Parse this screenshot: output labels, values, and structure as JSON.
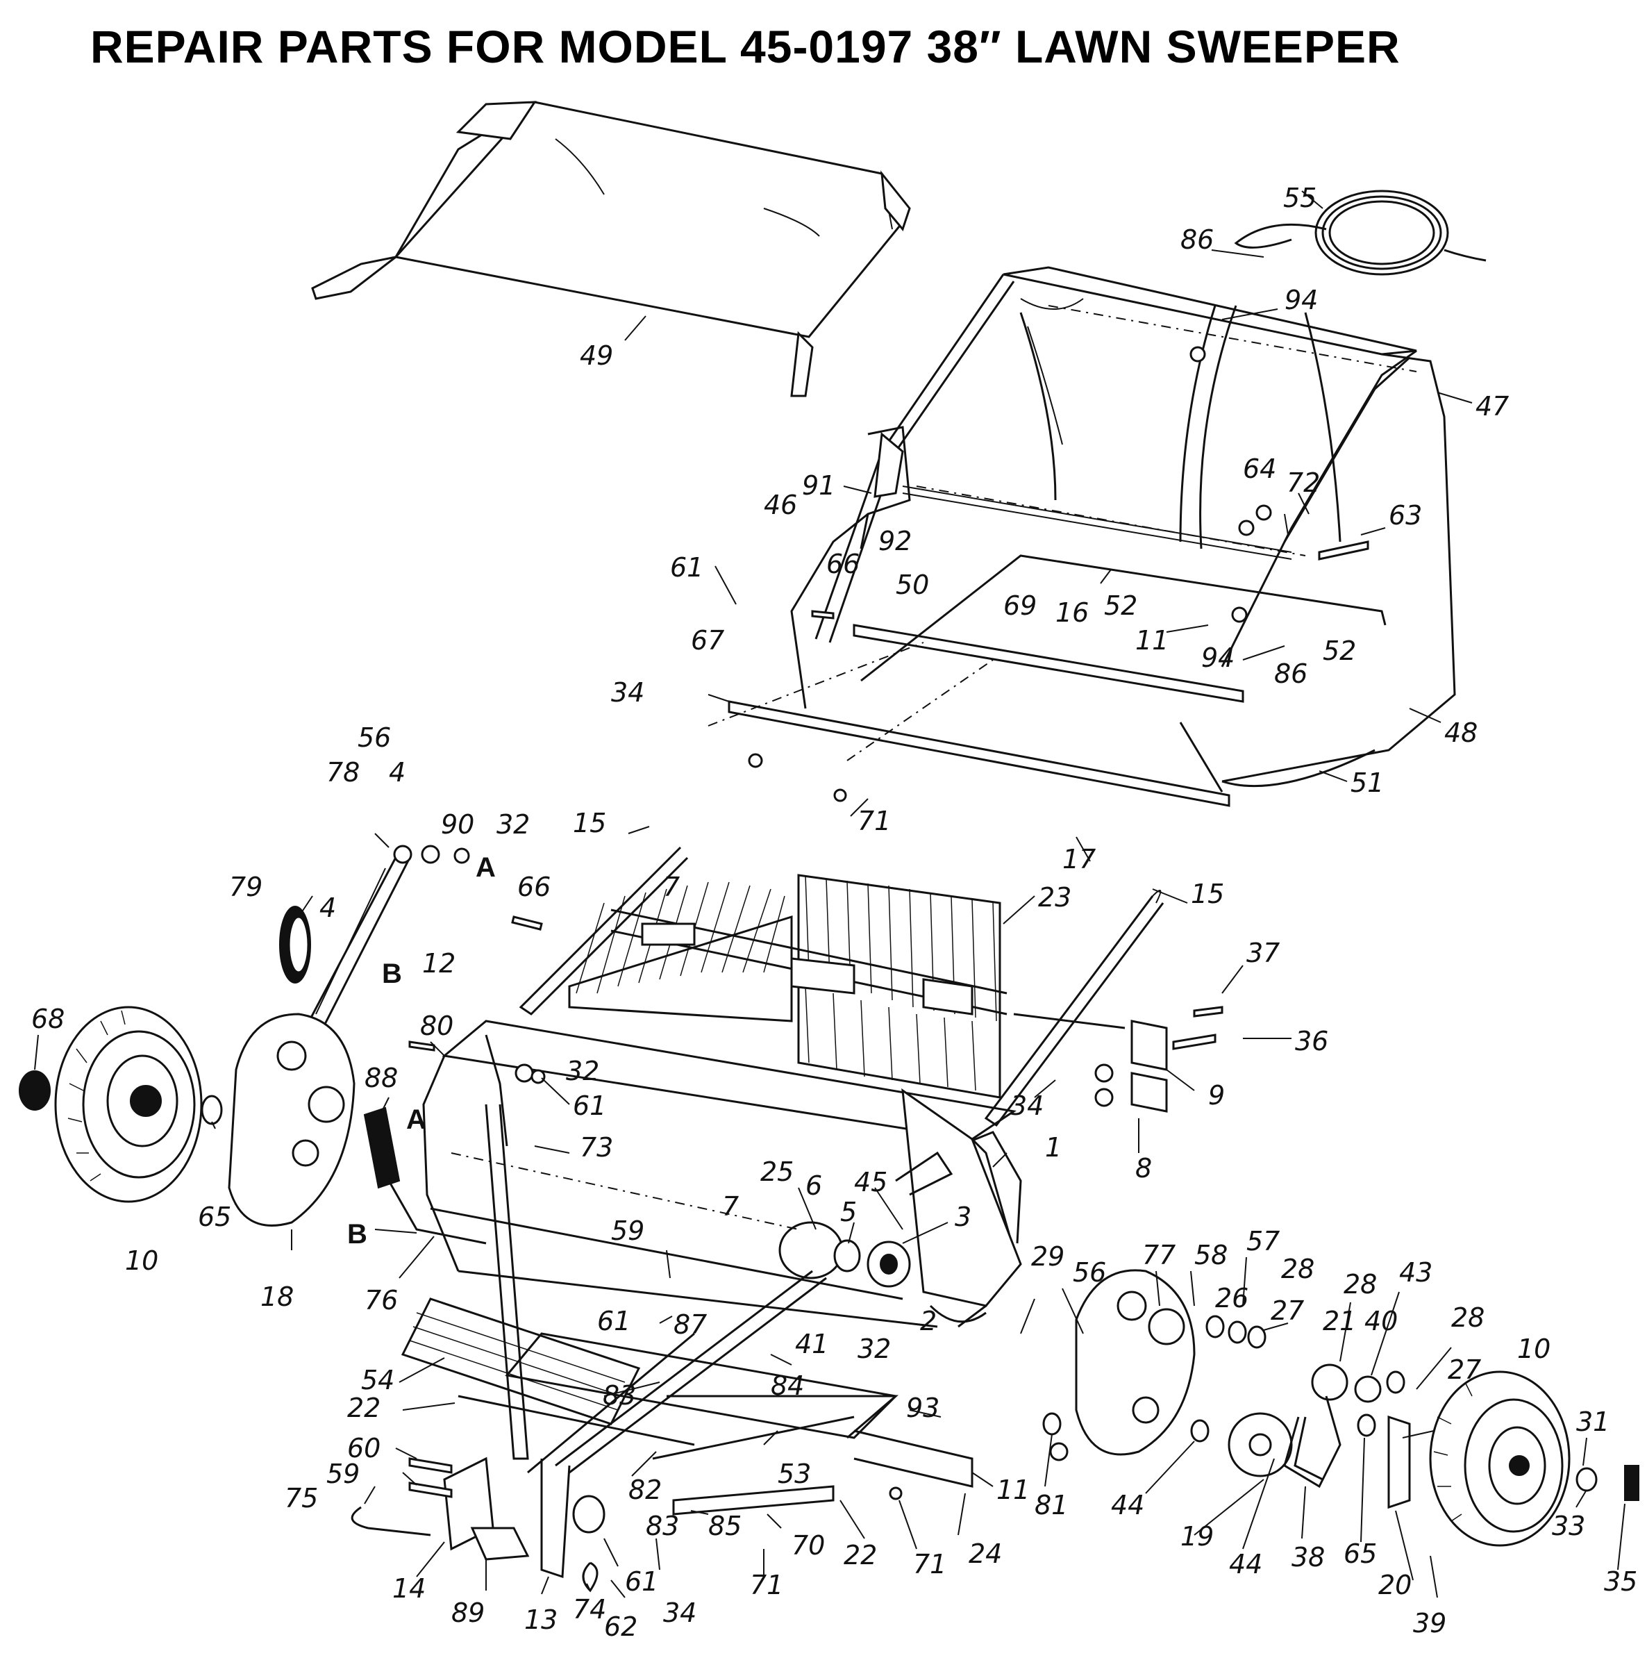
{
  "title": "REPAIR PARTS FOR MODEL 45-0197  38″ LAWN SWEEPER",
  "callouts": [
    {
      "id": "c-49",
      "text": "49"
    },
    {
      "id": "c-55",
      "text": "55"
    },
    {
      "id": "c-86a",
      "text": "86"
    },
    {
      "id": "c-94a",
      "text": "94"
    },
    {
      "id": "c-47",
      "text": "47"
    },
    {
      "id": "c-91",
      "text": "91"
    },
    {
      "id": "c-46",
      "text": "46"
    },
    {
      "id": "c-64",
      "text": "64"
    },
    {
      "id": "c-72",
      "text": "72"
    },
    {
      "id": "c-63",
      "text": "63"
    },
    {
      "id": "c-92",
      "text": "92"
    },
    {
      "id": "c-61a",
      "text": "61"
    },
    {
      "id": "c-66a",
      "text": "66"
    },
    {
      "id": "c-50",
      "text": "50"
    },
    {
      "id": "c-69",
      "text": "69"
    },
    {
      "id": "c-16",
      "text": "16"
    },
    {
      "id": "c-52a",
      "text": "52"
    },
    {
      "id": "c-67",
      "text": "67"
    },
    {
      "id": "c-11a",
      "text": "11"
    },
    {
      "id": "c-94b",
      "text": "94"
    },
    {
      "id": "c-86b",
      "text": "86"
    },
    {
      "id": "c-52b",
      "text": "52"
    },
    {
      "id": "c-34a",
      "text": "34"
    },
    {
      "id": "c-48",
      "text": "48"
    },
    {
      "id": "c-51",
      "text": "51"
    },
    {
      "id": "c-71a",
      "text": "71"
    },
    {
      "id": "c-17",
      "text": "17"
    },
    {
      "id": "c-56a",
      "text": "56"
    },
    {
      "id": "c-78",
      "text": "78"
    },
    {
      "id": "c-4a",
      "text": "4"
    },
    {
      "id": "c-90",
      "text": "90"
    },
    {
      "id": "c-32a",
      "text": "32"
    },
    {
      "id": "c-15a",
      "text": "15"
    },
    {
      "id": "c-79",
      "text": "79"
    },
    {
      "id": "c-A1",
      "text": "A"
    },
    {
      "id": "c-66b",
      "text": "66"
    },
    {
      "id": "c-7a",
      "text": "7"
    },
    {
      "id": "c-23",
      "text": "23"
    },
    {
      "id": "c-15b",
      "text": "15"
    },
    {
      "id": "c-4b",
      "text": "4"
    },
    {
      "id": "c-B1",
      "text": "B"
    },
    {
      "id": "c-12",
      "text": "12"
    },
    {
      "id": "c-37",
      "text": "37"
    },
    {
      "id": "c-68",
      "text": "68"
    },
    {
      "id": "c-80",
      "text": "80"
    },
    {
      "id": "c-36",
      "text": "36"
    },
    {
      "id": "c-32b",
      "text": "32"
    },
    {
      "id": "c-88",
      "text": "88"
    },
    {
      "id": "c-61b",
      "text": "61"
    },
    {
      "id": "c-34b",
      "text": "34"
    },
    {
      "id": "c-9",
      "text": "9"
    },
    {
      "id": "c-A2",
      "text": "A"
    },
    {
      "id": "c-73",
      "text": "73"
    },
    {
      "id": "c-8",
      "text": "8"
    },
    {
      "id": "c-25",
      "text": "25"
    },
    {
      "id": "c-1",
      "text": "1"
    },
    {
      "id": "c-6",
      "text": "6"
    },
    {
      "id": "c-45",
      "text": "45"
    },
    {
      "id": "c-5",
      "text": "5"
    },
    {
      "id": "c-3",
      "text": "3"
    },
    {
      "id": "c-7b",
      "text": "7"
    },
    {
      "id": "c-65a",
      "text": "65"
    },
    {
      "id": "c-B2",
      "text": "B"
    },
    {
      "id": "c-10a",
      "text": "10"
    },
    {
      "id": "c-59a",
      "text": "59"
    },
    {
      "id": "c-18",
      "text": "18"
    },
    {
      "id": "c-77",
      "text": "77"
    },
    {
      "id": "c-58",
      "text": "58"
    },
    {
      "id": "c-57",
      "text": "57"
    },
    {
      "id": "c-29",
      "text": "29"
    },
    {
      "id": "c-56b",
      "text": "56"
    },
    {
      "id": "c-28a",
      "text": "28"
    },
    {
      "id": "c-28b",
      "text": "28"
    },
    {
      "id": "c-43",
      "text": "43"
    },
    {
      "id": "c-76",
      "text": "76"
    },
    {
      "id": "c-26",
      "text": "26"
    },
    {
      "id": "c-27a",
      "text": "27"
    },
    {
      "id": "c-21",
      "text": "21"
    },
    {
      "id": "c-40",
      "text": "40"
    },
    {
      "id": "c-28c",
      "text": "28"
    },
    {
      "id": "c-61c",
      "text": "61"
    },
    {
      "id": "c-87",
      "text": "87"
    },
    {
      "id": "c-2",
      "text": "2"
    },
    {
      "id": "c-41",
      "text": "41"
    },
    {
      "id": "c-32c",
      "text": "32"
    },
    {
      "id": "c-10b",
      "text": "10"
    },
    {
      "id": "c-27b",
      "text": "27"
    },
    {
      "id": "c-54",
      "text": "54"
    },
    {
      "id": "c-84",
      "text": "84"
    },
    {
      "id": "c-83a",
      "text": "83"
    },
    {
      "id": "c-22a",
      "text": "22"
    },
    {
      "id": "c-93",
      "text": "93"
    },
    {
      "id": "c-31",
      "text": "31"
    },
    {
      "id": "c-60",
      "text": "60"
    },
    {
      "id": "c-59b",
      "text": "59"
    },
    {
      "id": "c-53",
      "text": "53"
    },
    {
      "id": "c-82",
      "text": "82"
    },
    {
      "id": "c-11b",
      "text": "11"
    },
    {
      "id": "c-81",
      "text": "81"
    },
    {
      "id": "c-44a",
      "text": "44"
    },
    {
      "id": "c-75",
      "text": "75"
    },
    {
      "id": "c-33",
      "text": "33"
    },
    {
      "id": "c-85",
      "text": "85"
    },
    {
      "id": "c-70",
      "text": "70"
    },
    {
      "id": "c-22b",
      "text": "22"
    },
    {
      "id": "c-71b",
      "text": "71"
    },
    {
      "id": "c-24",
      "text": "24"
    },
    {
      "id": "c-19",
      "text": "19"
    },
    {
      "id": "c-44b",
      "text": "44"
    },
    {
      "id": "c-38",
      "text": "38"
    },
    {
      "id": "c-65b",
      "text": "65"
    },
    {
      "id": "c-35",
      "text": "35"
    },
    {
      "id": "c-14",
      "text": "14"
    },
    {
      "id": "c-61d",
      "text": "61"
    },
    {
      "id": "c-83b",
      "text": "83"
    },
    {
      "id": "c-71c",
      "text": "71"
    },
    {
      "id": "c-20",
      "text": "20"
    },
    {
      "id": "c-89",
      "text": "89"
    },
    {
      "id": "c-13",
      "text": "13"
    },
    {
      "id": "c-74",
      "text": "74"
    },
    {
      "id": "c-62",
      "text": "62"
    },
    {
      "id": "c-34c",
      "text": "34"
    },
    {
      "id": "c-39",
      "text": "39"
    }
  ]
}
